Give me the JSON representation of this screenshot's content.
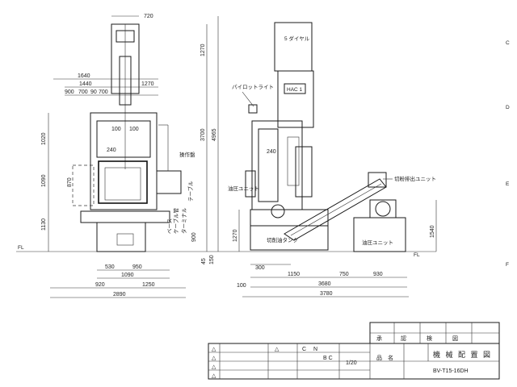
{
  "front_view": {
    "top_dim": "720",
    "width_dims": [
      "1640",
      "1440",
      "1270",
      "900",
      "700",
      "90",
      "700"
    ],
    "height_dims": [
      "1270",
      "3700",
      "4965",
      "1020",
      "1090",
      "1130",
      "900",
      "45",
      "150"
    ],
    "inner_dims": [
      "100",
      "100",
      "240",
      "870"
    ],
    "bottom_dims": [
      "530",
      "950",
      "1090",
      "920",
      "1250",
      "2890"
    ],
    "labels": {
      "controller": "操作盤",
      "side_a": "ケーブル管",
      "side_b": "ターミナル",
      "side_c": "テーブル",
      "side_d": "ベース"
    }
  },
  "side_view": {
    "nameplate": "HAC 1",
    "labels": {
      "pilot_light": "パイロットライト",
      "top_label": "5 ダイヤル",
      "coolant_unit": "油圧ユニット",
      "chip_conveyor": "切粉排出ユニット",
      "hydraulic_unit": "油圧ユニット",
      "tank": "切削油タンク",
      "fl": "FL"
    },
    "height_dims": [
      "240",
      "1270",
      "1540"
    ],
    "bottom_dims": [
      "300",
      "1150",
      "750",
      "930",
      "3680",
      "3780",
      "100"
    ]
  },
  "title_block": {
    "drawing_title": "機 械 配 置 図",
    "model": "BV-T15-16DH",
    "scale": "1/20",
    "rev_marks": [
      "△",
      "△",
      "△",
      "△",
      "△"
    ],
    "cells": [
      "C",
      "N",
      "B C",
      "品",
      "名",
      "承",
      "認",
      "検",
      "図"
    ]
  },
  "border_marks": [
    "C",
    "D",
    "E",
    "F"
  ]
}
